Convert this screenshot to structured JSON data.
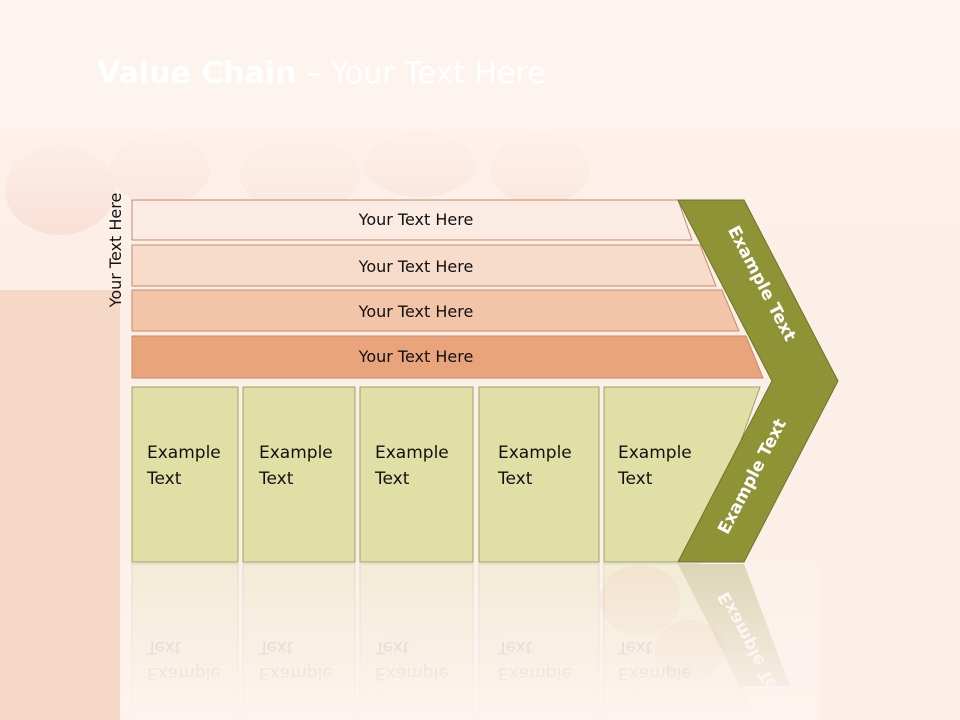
{
  "title": {
    "bold": "Value Chain",
    "rest": " – Your Text Here"
  },
  "side_label": "Your Text Here",
  "bars": [
    {
      "label": "Your Text Here",
      "fill": "#faebe3"
    },
    {
      "label": "Your Text Here",
      "fill": "#f7dccb"
    },
    {
      "label": "Your Text Here",
      "fill": "#f2c4a8"
    },
    {
      "label": "Your Text Here",
      "fill": "#eaa47c"
    }
  ],
  "columns": [
    {
      "line1": "Example",
      "line2": "Text"
    },
    {
      "line1": "Example",
      "line2": "Text"
    },
    {
      "line1": "Example",
      "line2": "Text"
    },
    {
      "line1": "Example",
      "line2": "Text"
    },
    {
      "line1": "Example",
      "line2": "Text"
    }
  ],
  "chevron": {
    "upper_label": "Example Text",
    "lower_label": "Example Text",
    "fill": "#8e9436"
  },
  "colors": {
    "column_fill": "#dfdfa6",
    "column_stroke": "#9ea06a",
    "bar_stroke": "#c98a66"
  }
}
